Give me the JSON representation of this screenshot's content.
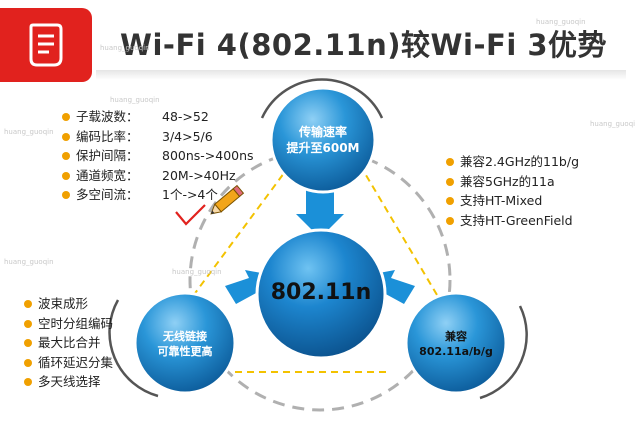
{
  "header": {
    "title": "Wi-Fi 4(802.11n)较Wi-Fi 3优势"
  },
  "center": {
    "label": "802.11n"
  },
  "top_circle": {
    "line1": "传输速率",
    "line2": "提升至600M"
  },
  "left_circle": {
    "line1": "无线链接",
    "line2": "可靠性更高"
  },
  "right_circle": {
    "line1": "兼容",
    "line2": "802.11a/b/g"
  },
  "top_left_list": [
    {
      "label": "子载波数：",
      "value": "48->52"
    },
    {
      "label": "编码比率：",
      "value": "3/4>5/6"
    },
    {
      "label": "保护间隔：",
      "value": "800ns->400ns"
    },
    {
      "label": "通道频宽：",
      "value": "20M->40Hz"
    },
    {
      "label": "多空间流：",
      "value": "1个->4个"
    }
  ],
  "right_list": [
    "兼容2.4GHz的11b/g",
    "兼容5GHz的11a",
    "支持HT-Mixed",
    "支持HT-GreenField"
  ],
  "bottom_left_list": [
    "波束成形",
    "空时分组编码",
    "最大比合并",
    "循环延迟分集",
    "多天线选择"
  ],
  "watermark_text": "huang_guoqin",
  "colors": {
    "accent_red": "#e1221e",
    "bullet_orange": "#f0a000",
    "circle_blue": "#1b7fc3",
    "dash_yellow": "#f3c200"
  }
}
